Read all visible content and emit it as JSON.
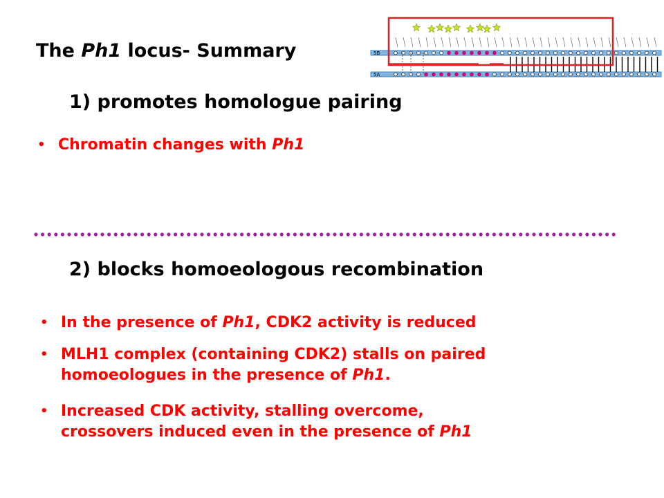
{
  "title": {
    "prefix": "The ",
    "italic": "Ph1",
    "suffix": " locus- Summary"
  },
  "section1": {
    "heading": "1) promotes homologue pairing"
  },
  "section1_bullets": [
    {
      "text": "Chromatin changes with ",
      "italic": "Ph1",
      "after": ""
    }
  ],
  "section2": {
    "heading": "2) blocks homoeologous recombination"
  },
  "section2_bullets": [
    {
      "line1": "In the presence of ",
      "italic1": "Ph1",
      "line1b": ", CDK2 activity is reduced"
    },
    {
      "line1": "MLH1 complex (containing CDK2) stalls on paired",
      "line2": "homoeologues in the presence of ",
      "italic2": "Ph1",
      "line2b": "."
    },
    {
      "line1": "Increased CDK activity, stalling overcome,",
      "line2": "crossovers induced even in the presence of ",
      "italic2": "Ph1",
      "line2b": ""
    }
  ],
  "diagram": {
    "chromosome_labels": [
      "5B",
      "5A"
    ],
    "accent_colors": {
      "box": "#e02020",
      "chromosome": "#5b9bd5",
      "stars": "#c8e020",
      "loci": "#d0007a"
    }
  },
  "bullet_glyph": "•"
}
